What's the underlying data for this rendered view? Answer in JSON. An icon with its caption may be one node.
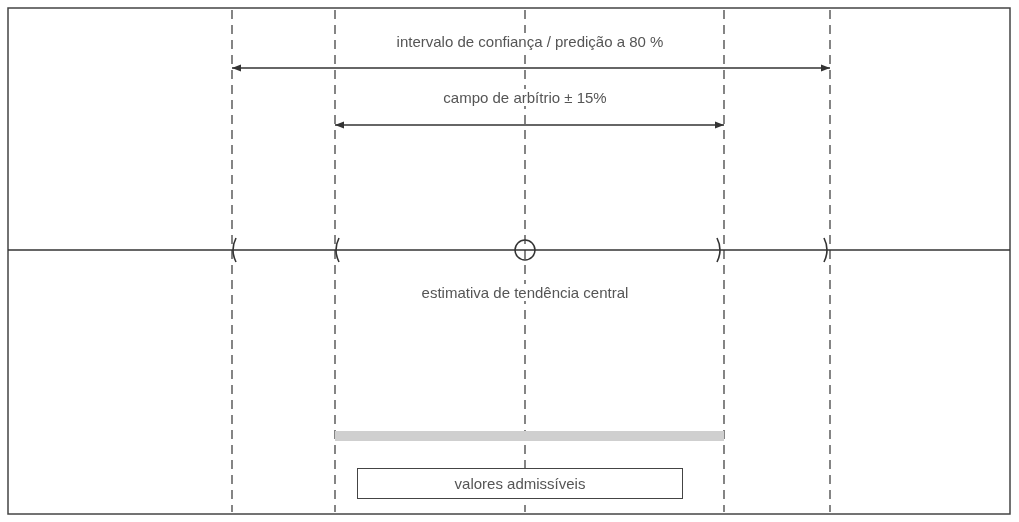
{
  "diagram": {
    "nodes": [
      {
        "text": [
          "valores admissíveis"
        ]
      }
    ],
    "edges": [],
    "labels": [
      "intervalo de confiança / predição a 80 %",
      "campo de arbítrio ± 15%",
      "estimativa de tendência central"
    ]
  }
}
